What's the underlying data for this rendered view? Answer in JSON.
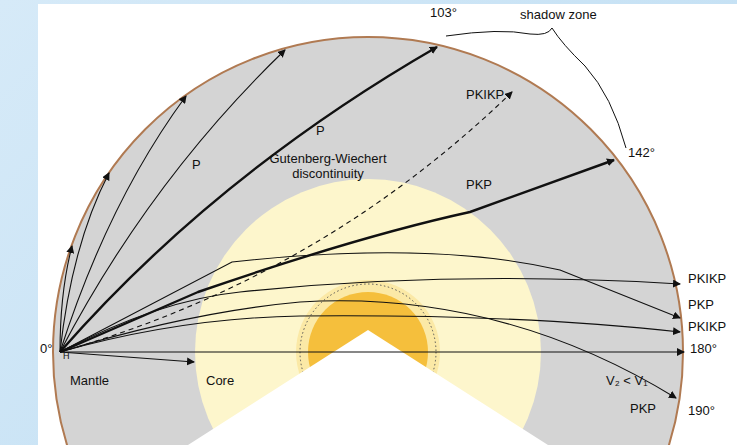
{
  "diagram": {
    "labels": [
      "103°",
      "shadow zone",
      "P",
      "P",
      "PKIKP",
      "PKP",
      "142°",
      "Gutenberg-Wiechert discontinuity",
      "PKIKP",
      "PKP",
      "PKIKP",
      "0°",
      "H",
      "180°",
      "Mantle",
      "Core",
      "V₂ < V₁",
      "PKP",
      "190°"
    ]
  }
}
